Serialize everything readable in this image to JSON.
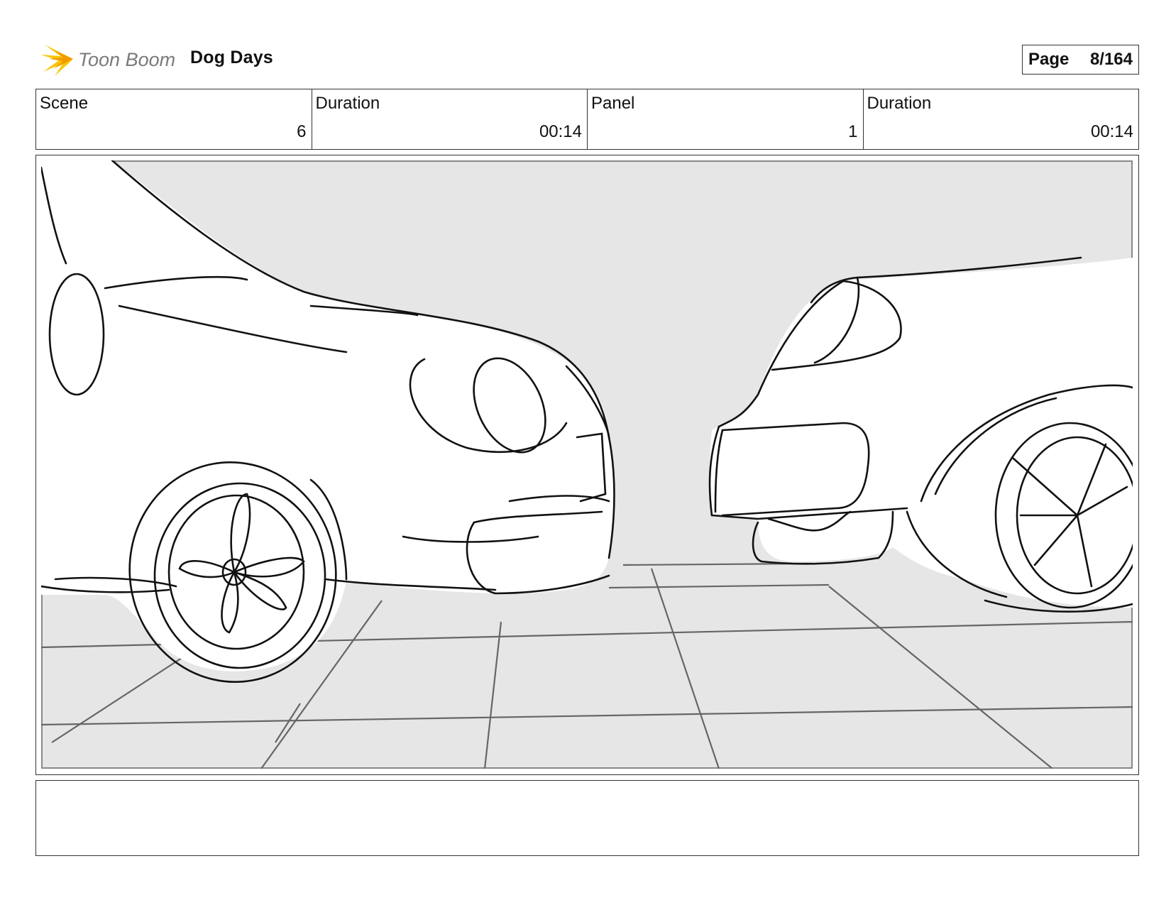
{
  "header": {
    "logo_text": "Toon Boom",
    "project_title": "Dog Days",
    "page_label": "Page",
    "page_number": "8/164"
  },
  "info": {
    "scene_label": "Scene",
    "scene_value": "6",
    "scene_duration_label": "Duration",
    "scene_duration_value": "00:14",
    "panel_label": "Panel",
    "panel_value": "1",
    "panel_duration_label": "Duration",
    "panel_duration_value": "00:14"
  },
  "panel": {
    "image_icon": "storyboard-sketch",
    "background_color": "#e6e6e6",
    "line_color": "#111111",
    "grid_color": "#666666"
  },
  "notes": {
    "text": ""
  },
  "colors": {
    "logo_star": "#f5b400",
    "logo_text": "#7a7a7a",
    "border": "#333333"
  }
}
